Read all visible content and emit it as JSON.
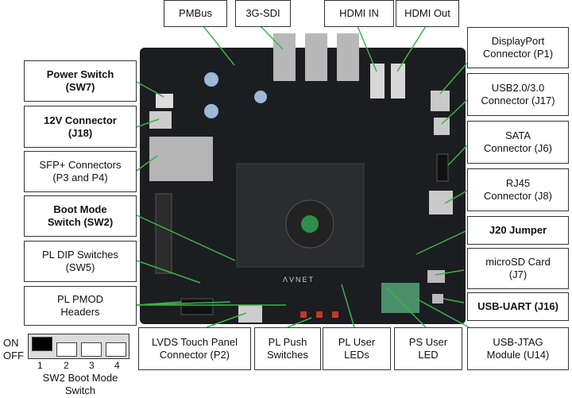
{
  "labels": {
    "pmbus": "PMBus",
    "sdi": "3G-SDI",
    "hdmi_in": "HDMI IN",
    "hdmi_out": "HDMI Out",
    "displayport": "DisplayPort\nConnector (P1)",
    "usb": "USB2.0/3.0\nConnector (J17)",
    "sata": "SATA\nConnector (J6)",
    "rj45": "RJ45\nConnector (J8)",
    "j20": "J20 Jumper",
    "microsd": "microSD Card\n(J7)",
    "usb_uart": "USB-UART (J16)",
    "usb_jtag": "USB-JTAG\nModule (U14)",
    "ps_led": "PS User\nLED",
    "pl_leds": "PL User\nLEDs",
    "pl_push": "PL Push\nSwitches",
    "lvds": "LVDS Touch Panel\nConnector (P2)",
    "power_switch": "Power Switch\n(SW7)",
    "conn_12v": "12V Connector\n(J18)",
    "sfp": "SFP+ Connectors\n(P3 and P4)",
    "boot_mode": "Boot Mode\nSwitch (SW2)",
    "pl_dip": "PL DIP Switches\n(SW5)",
    "pl_pmod": "PL PMOD\nHeaders"
  },
  "board": {
    "logo": "AVNET",
    "silk": "ΛVNET"
  },
  "sw2": {
    "on_label": "ON",
    "off_label": "OFF",
    "numbers": [
      "1",
      "2",
      "3",
      "4"
    ],
    "states": [
      "ON",
      "OFF",
      "OFF",
      "OFF"
    ],
    "caption": "SW2 Boot Mode\nSwitch"
  },
  "colors": {
    "board": "#1b1d20",
    "leader": "#3cb34a",
    "switch_on": "#000000",
    "switch_off": "#ffffff"
  }
}
